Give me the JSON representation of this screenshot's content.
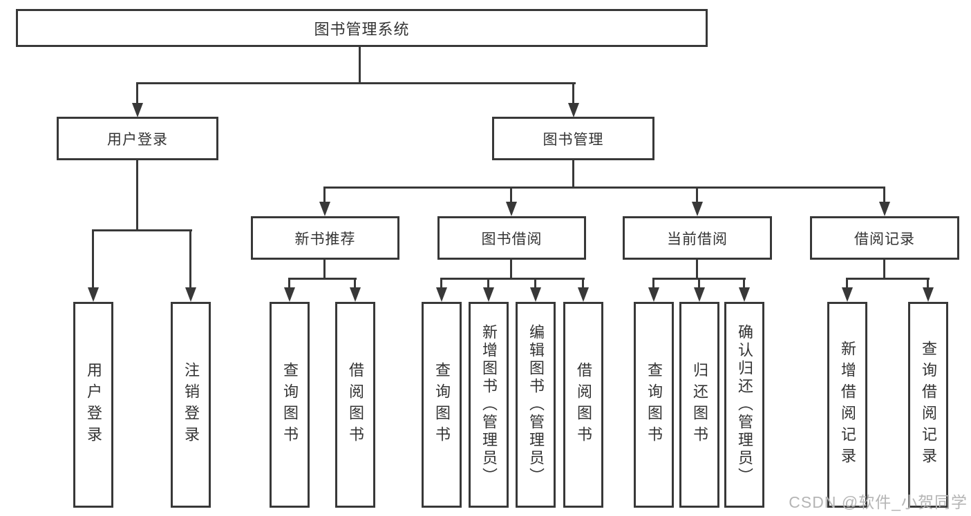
{
  "diagram": {
    "root": {
      "label": "图书管理系统"
    },
    "level2": [
      {
        "label": "用户登录"
      },
      {
        "label": "图书管理"
      }
    ],
    "level3": [
      {
        "label": "新书推荐",
        "parent": "图书管理"
      },
      {
        "label": "图书借阅",
        "parent": "图书管理"
      },
      {
        "label": "当前借阅",
        "parent": "图书管理"
      },
      {
        "label": "借阅记录",
        "parent": "图书管理"
      }
    ],
    "leaves": [
      {
        "label": "用户登录",
        "parent": "用户登录"
      },
      {
        "label": "注销登录",
        "parent": "用户登录"
      },
      {
        "label": "查询图书",
        "parent": "新书推荐"
      },
      {
        "label": "借阅图书",
        "parent": "新书推荐"
      },
      {
        "label": "查询图书",
        "parent": "图书借阅"
      },
      {
        "label": "新增图书（管理员）",
        "parent": "图书借阅"
      },
      {
        "label": "编辑图书（管理员）",
        "parent": "图书借阅"
      },
      {
        "label": "借阅图书",
        "parent": "图书借阅"
      },
      {
        "label": "查询图书",
        "parent": "当前借阅"
      },
      {
        "label": "归还图书",
        "parent": "当前借阅"
      },
      {
        "label": "确认归还（管理员）",
        "parent": "当前借阅"
      },
      {
        "label": "新增借阅记录",
        "parent": "借阅记录"
      },
      {
        "label": "查询借阅记录",
        "parent": "借阅记录"
      }
    ],
    "colors": {
      "line": "#383838",
      "text": "#333333",
      "background": "#ffffff",
      "watermark": "#b5b5b5"
    }
  },
  "watermark": {
    "text": "CSDN @软件_小贺同学"
  }
}
